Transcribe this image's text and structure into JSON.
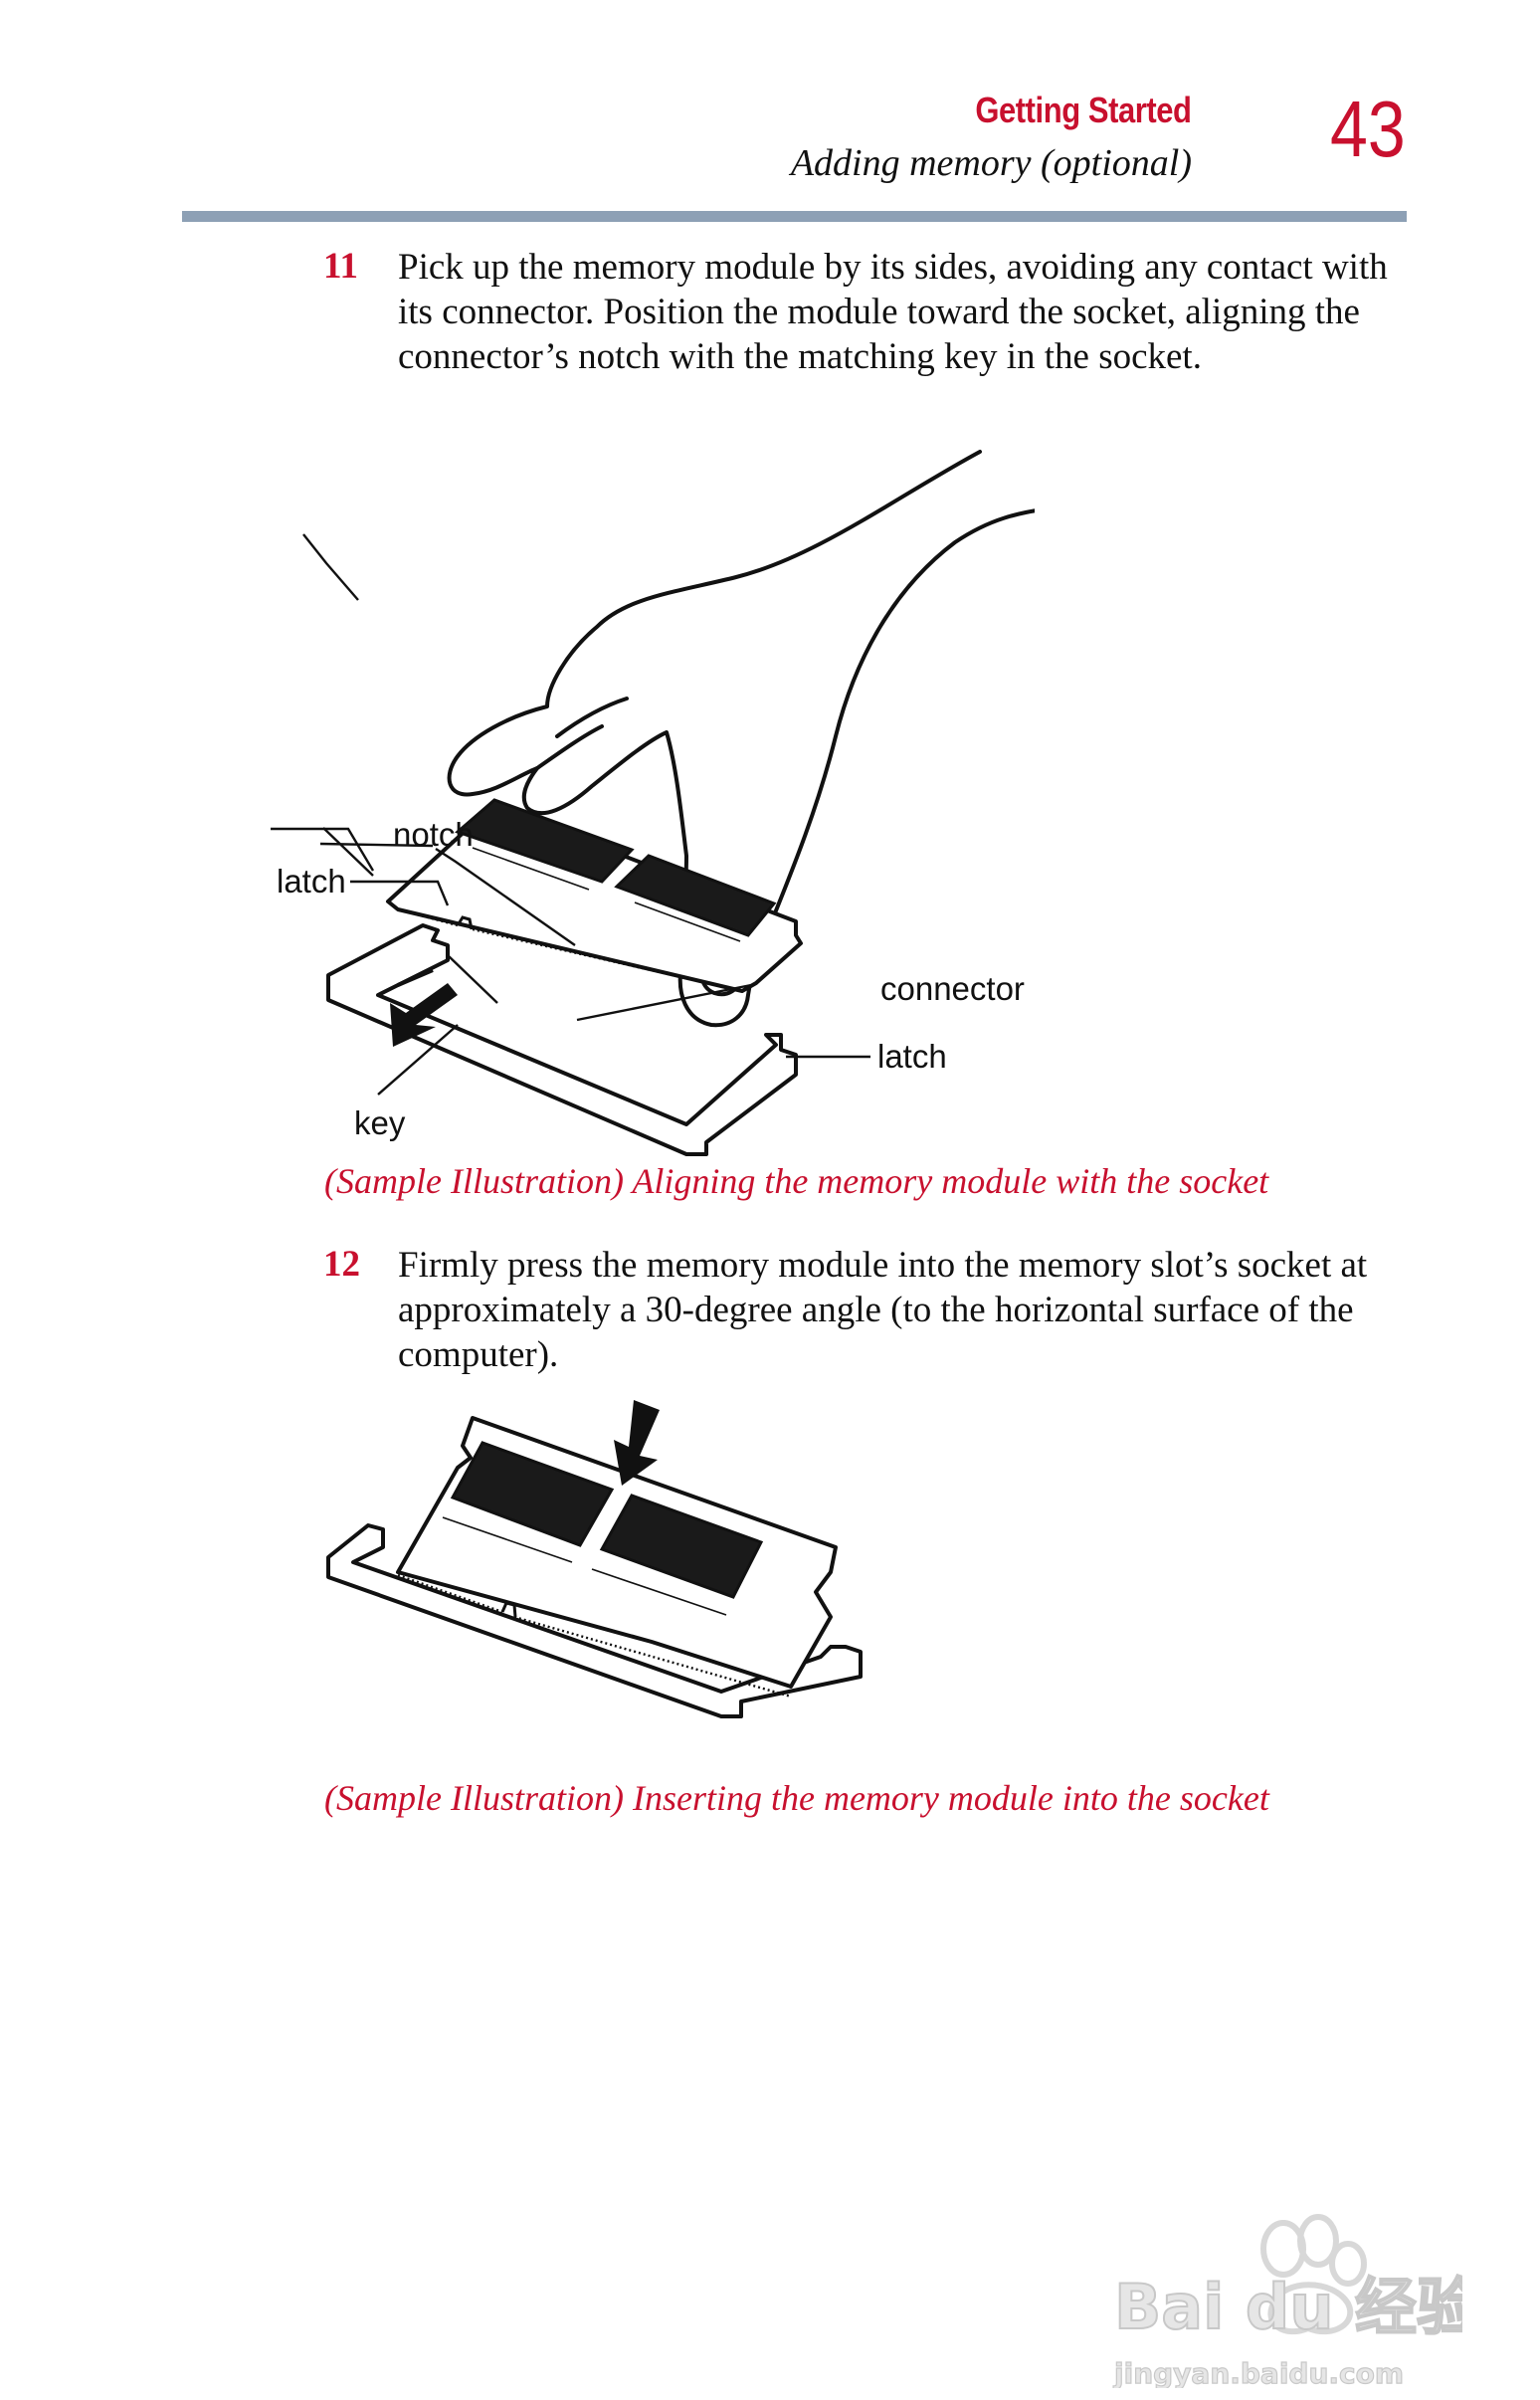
{
  "header": {
    "section": "Getting Started",
    "subsection": "Adding memory (optional)",
    "page_number": "43"
  },
  "steps": [
    {
      "number": "11",
      "text": "Pick up the memory module by its sides, avoiding any contact with its connector. Position the module toward the socket, aligning the connector’s notch with the matching key in the socket."
    },
    {
      "number": "12",
      "text": "Firmly press the memory module into the memory slot’s socket at approximately a 30-degree angle (to the horizontal surface of the computer)."
    }
  ],
  "figure1": {
    "labels": {
      "notch": "notch",
      "latch_left": "latch",
      "connector": "connector",
      "latch_right": "latch",
      "key": "key"
    },
    "caption": "(Sample Illustration) Aligning the memory module with the socket"
  },
  "figure2": {
    "caption": "(Sample Illustration) Inserting the memory module into the socket"
  },
  "watermark": {
    "brand": "Bai du 经验",
    "url": "jingyan.baidu.com"
  },
  "colors": {
    "accent_red": "#c8102e",
    "rule_blue_gray": "#8da0b5"
  }
}
